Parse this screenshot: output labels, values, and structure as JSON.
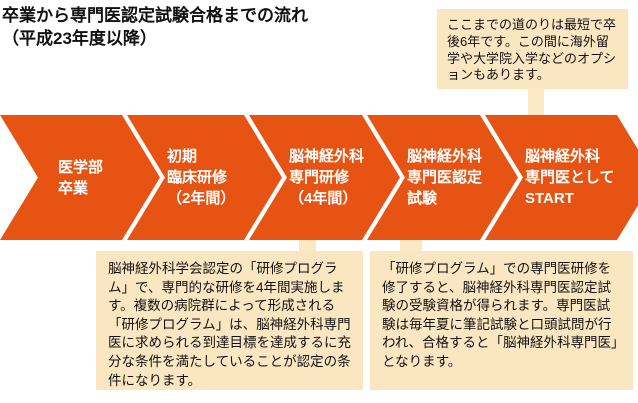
{
  "title": {
    "line1": "卒業から専門医認定試験合格までの流れ",
    "line2": "（平成23年度以降）"
  },
  "callout": {
    "text": "ここまでの道のりは最短で卒後6年です。この間に海外留学や大学院入学などのオプションもあります。"
  },
  "flow_steps": [
    {
      "label": "医学部\n卒業"
    },
    {
      "label": "初期\n臨床研修\n（2年間）"
    },
    {
      "label": "脳神経外科\n専門研修\n（4年間）"
    },
    {
      "label": "脳神経外科\n専門医認定\n試験"
    },
    {
      "label": "脳神経外科\n専門医として\nSTART"
    }
  ],
  "notes": [
    {
      "text": "脳神経外科学会認定の「研修プログラム」で、専門的な研修を4年間実施します。複数の病院群によって形成される「研修プログラム」は、脳神経外科専門医に求められる到達目標を達成するに充分な条件を満たしていることが認定の条件になります。"
    },
    {
      "text": "「研修プログラム」での専門医研修を修了すると、脳神経外科専門医認定試験の受験資格が得られます。専門医試験は毎年夏に筆記試験と口頭試問が行われ、合格すると「脳神経外科専門医」となります。"
    }
  ],
  "colors": {
    "arrow_orange": "#E65312",
    "box_cream": "#FAE7C2",
    "stem_cream": "#FBE9C6",
    "arrow_text": "#FFFFFF",
    "body_text": "#111111",
    "background": "#FFFFFF"
  }
}
